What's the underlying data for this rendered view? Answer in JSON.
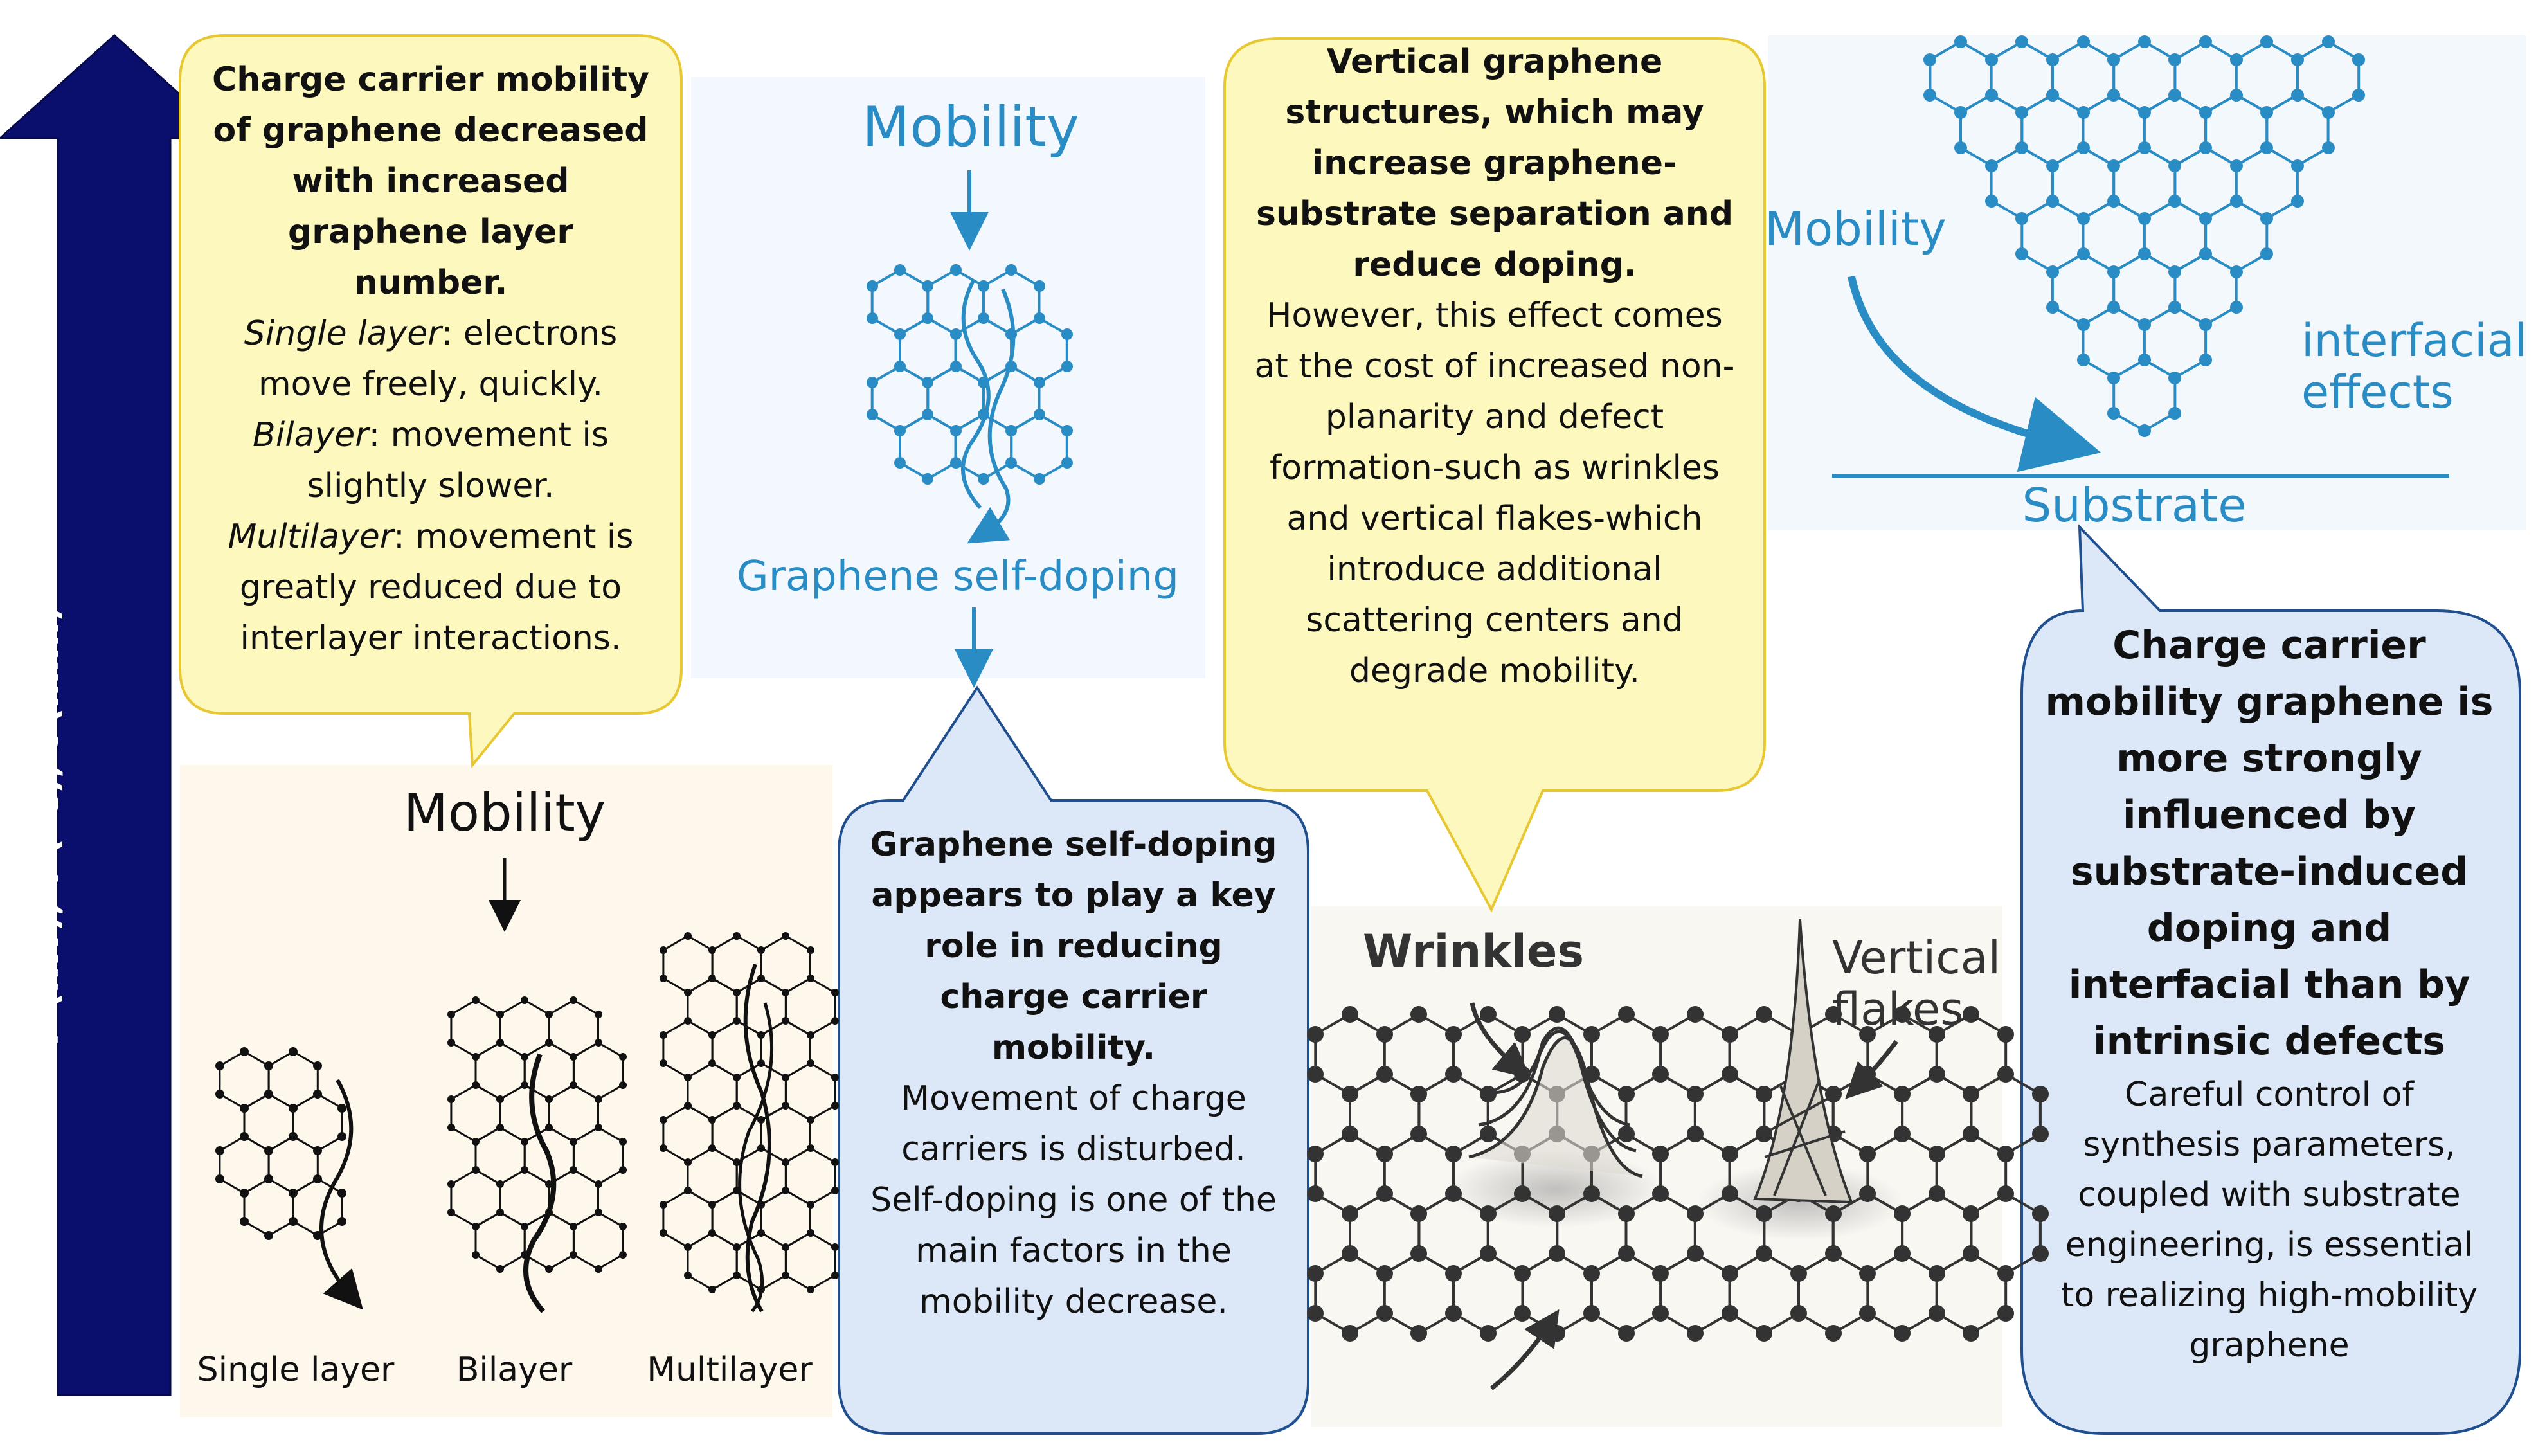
{
  "axis": {
    "label": "P (kW), T (ºC), t (min.)",
    "color": "#0a0f6e"
  },
  "colors": {
    "yellow_bubble": "#fdf8bd",
    "yellow_border": "#e8c832",
    "blue_bubble": "#dce8f8",
    "blue_border": "#1f4f8f",
    "accent_blue": "#2a8cc4",
    "panel_beige": "#fdf7ec",
    "panel_light_blue": "#f2f8fd"
  },
  "callout_layers": {
    "title": "Charge carrier mobility of graphene decreased with increased graphene layer number.",
    "single_term": "Single layer",
    "single_text": ": electrons move freely, quickly.",
    "bilayer_term": "Bilayer",
    "bilayer_text": ": movement is slightly slower.",
    "multilayer_term": "Multilayer",
    "multilayer_text": ": movement is greatly reduced due to interlayer interactions."
  },
  "panel_layers": {
    "title": "Mobility",
    "labels": [
      "Single layer",
      "Bilayer",
      "Multilayer"
    ]
  },
  "panel_selfdoping": {
    "title": "Mobility",
    "caption": "Graphene self-doping"
  },
  "callout_selfdoping": {
    "title": "Graphene self-doping appears to play a key role in reducing charge carrier mobility.",
    "body": "Movement of charge carriers is disturbed. Self-doping is one of the main factors in the mobility decrease."
  },
  "callout_vertical": {
    "title": "Vertical graphene structures, which may increase graphene-substrate separation and reduce doping.",
    "body": "However, this effect comes at the cost of increased non-planarity and defect formation-such as wrinkles and vertical flakes-which introduce additional scattering centers and degrade mobility."
  },
  "panel_wrinkles": {
    "wrinkles_label": "Wrinkles",
    "flakes_label": "Vertical flakes"
  },
  "panel_substrate": {
    "mobility_label": "Mobility",
    "effects_label": "interfacial effects",
    "substrate_label": "Substrate"
  },
  "callout_substrate": {
    "title": "Charge carrier mobility graphene is more strongly influenced by substrate-induced doping and interfacial than by intrinsic defects",
    "body": "Careful control of synthesis parameters, coupled with substrate engineering, is essential to realizing high-mobility graphene"
  }
}
